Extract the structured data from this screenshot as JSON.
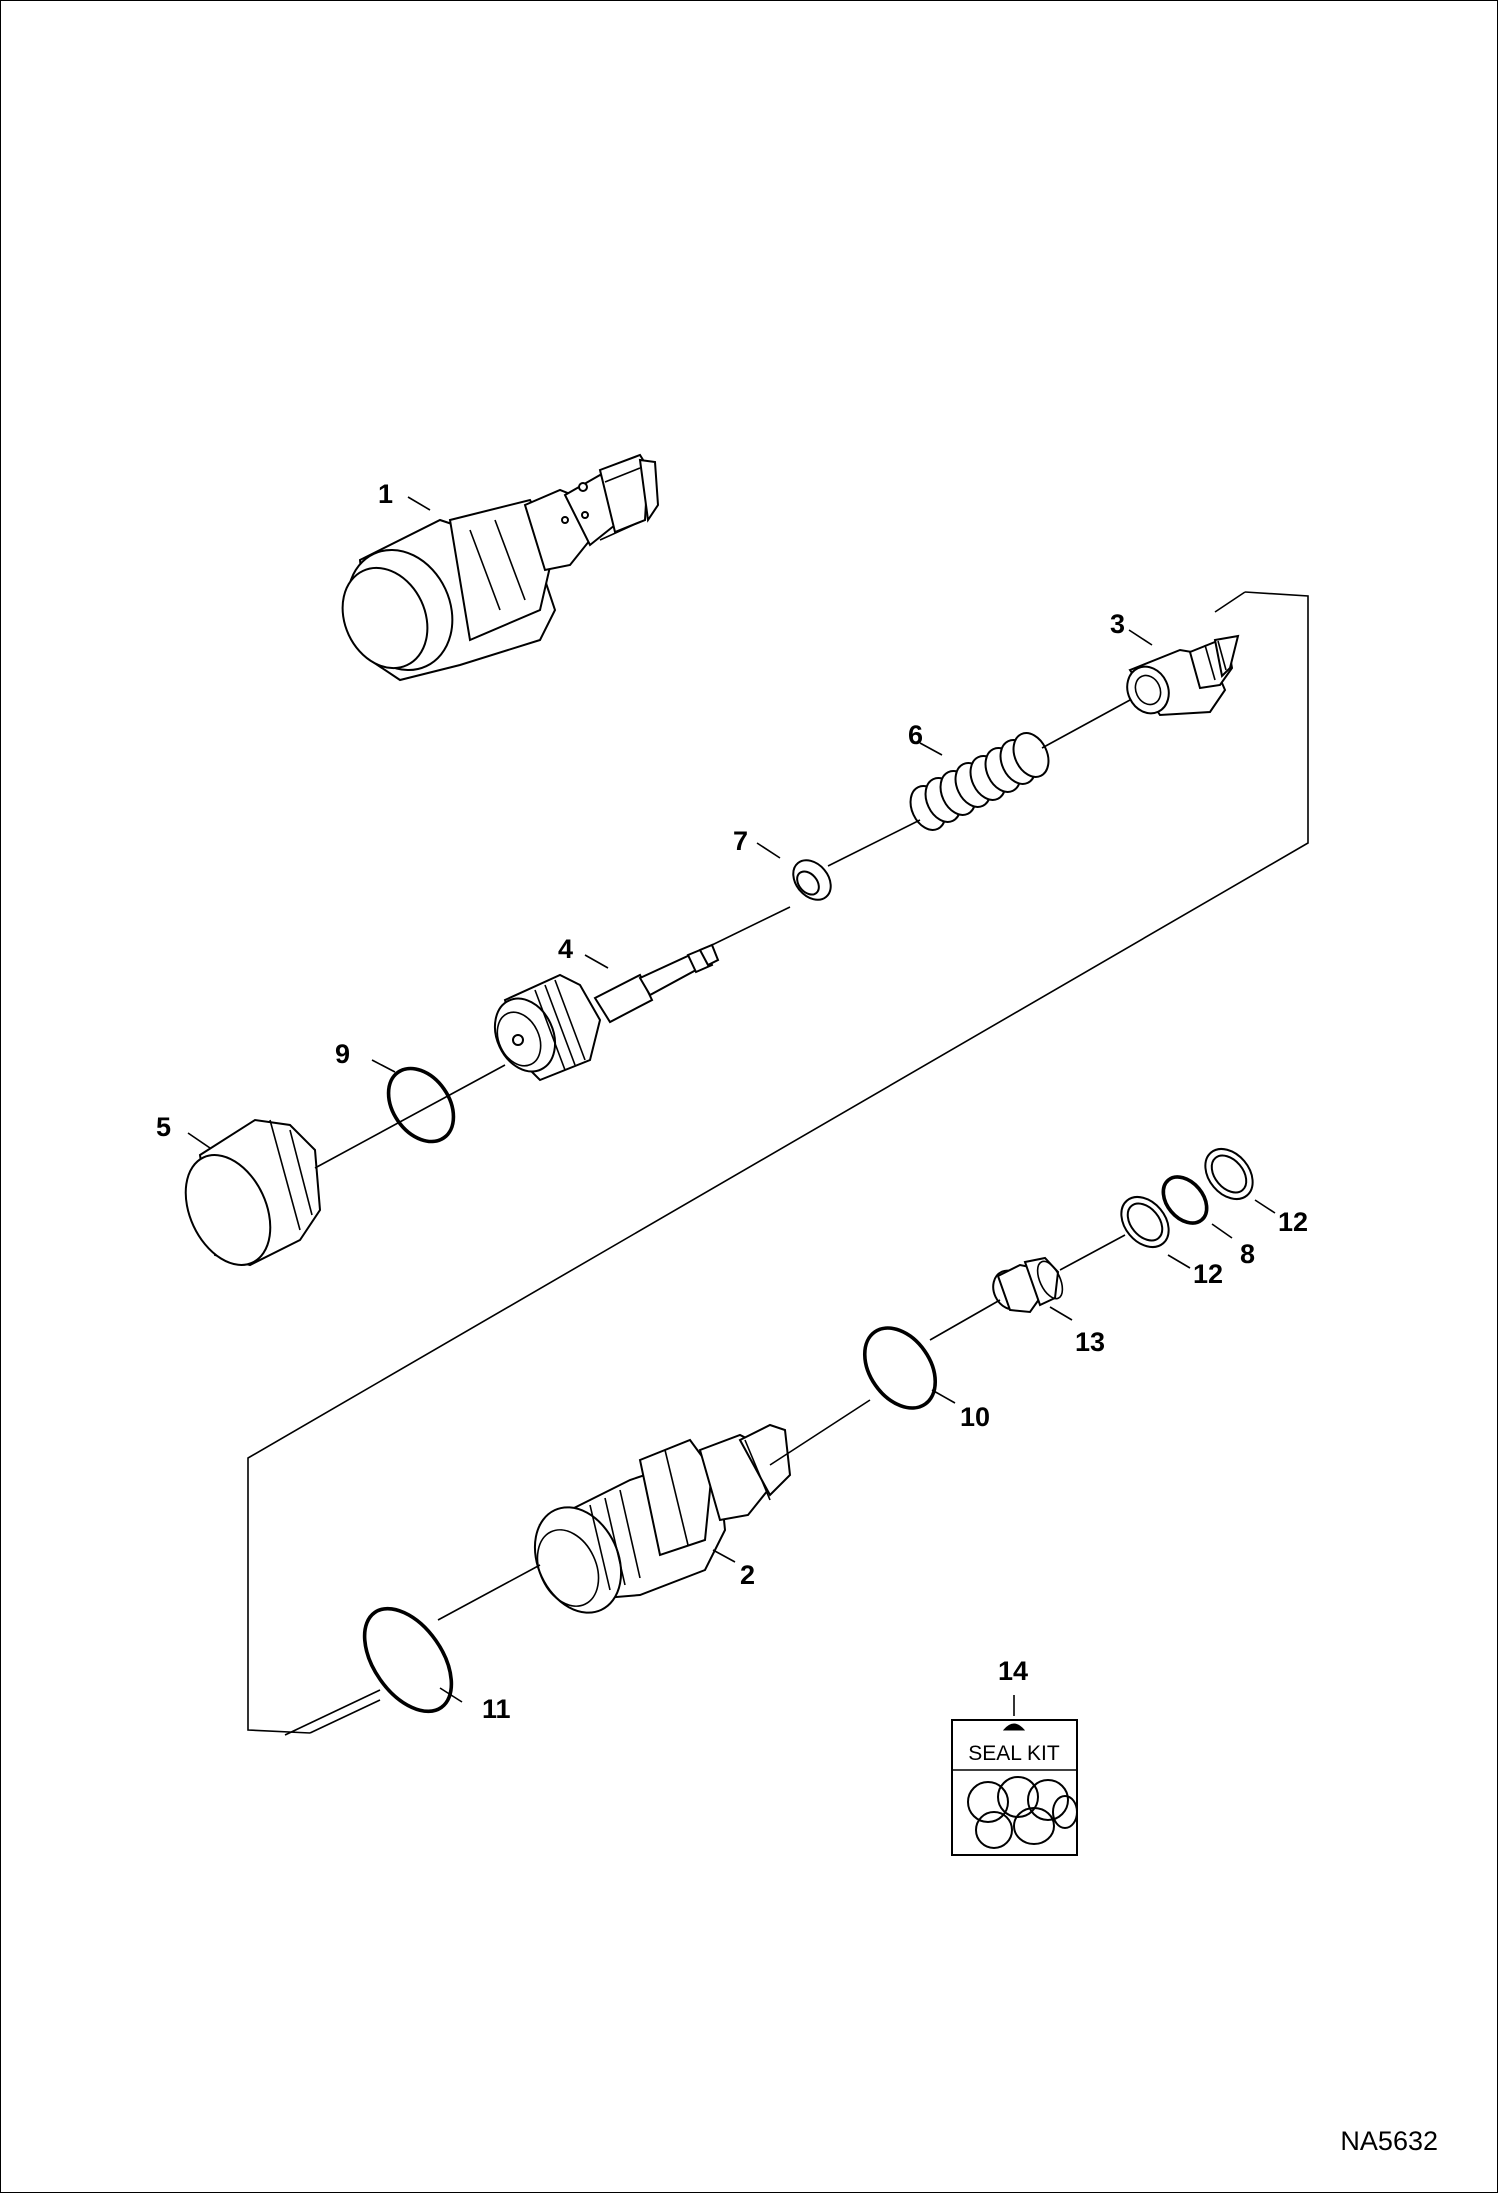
{
  "figure_id": "NA5632",
  "seal_kit_label": "SEAL KIT",
  "callouts": {
    "c1": "1",
    "c2": "2",
    "c3": "3",
    "c4": "4",
    "c5": "5",
    "c6": "6",
    "c7": "7",
    "c8": "8",
    "c9": "9",
    "c10": "10",
    "c11": "11",
    "c12a": "12",
    "c12b": "12",
    "c13": "13",
    "c14": "14"
  }
}
